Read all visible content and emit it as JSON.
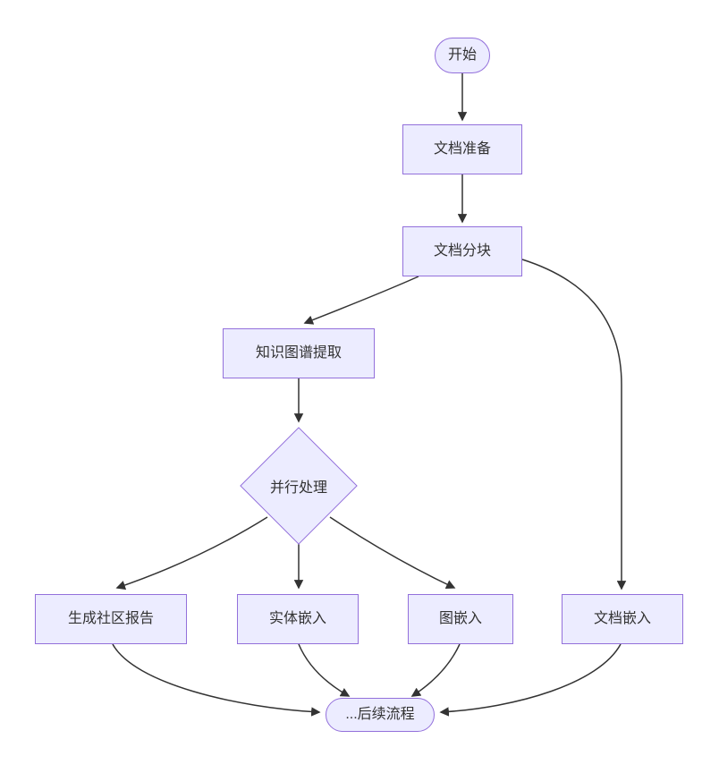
{
  "diagram": {
    "type": "flowchart",
    "direction": "top-down",
    "nodes": {
      "start": "开始",
      "doc_prep": "文档准备",
      "doc_chunk": "文档分块",
      "kg_extract": "知识图谱提取",
      "parallel": "并行处理",
      "community_report": "生成社区报告",
      "entity_embed": "实体嵌入",
      "graph_embed": "图嵌入",
      "doc_embed": "文档嵌入",
      "next_steps": "...后续流程"
    },
    "edges": [
      {
        "from": "start",
        "to": "doc_prep"
      },
      {
        "from": "doc_prep",
        "to": "doc_chunk"
      },
      {
        "from": "doc_chunk",
        "to": "kg_extract"
      },
      {
        "from": "doc_chunk",
        "to": "doc_embed"
      },
      {
        "from": "kg_extract",
        "to": "parallel"
      },
      {
        "from": "parallel",
        "to": "community_report"
      },
      {
        "from": "parallel",
        "to": "entity_embed"
      },
      {
        "from": "parallel",
        "to": "graph_embed"
      },
      {
        "from": "community_report",
        "to": "next_steps"
      },
      {
        "from": "entity_embed",
        "to": "next_steps"
      },
      {
        "from": "graph_embed",
        "to": "next_steps"
      },
      {
        "from": "doc_embed",
        "to": "next_steps"
      }
    ],
    "colors": {
      "node_fill": "#ECECFF",
      "node_border": "#9370DB",
      "edge_stroke": "#333333",
      "text": "#333333",
      "background": "#ffffff"
    }
  }
}
